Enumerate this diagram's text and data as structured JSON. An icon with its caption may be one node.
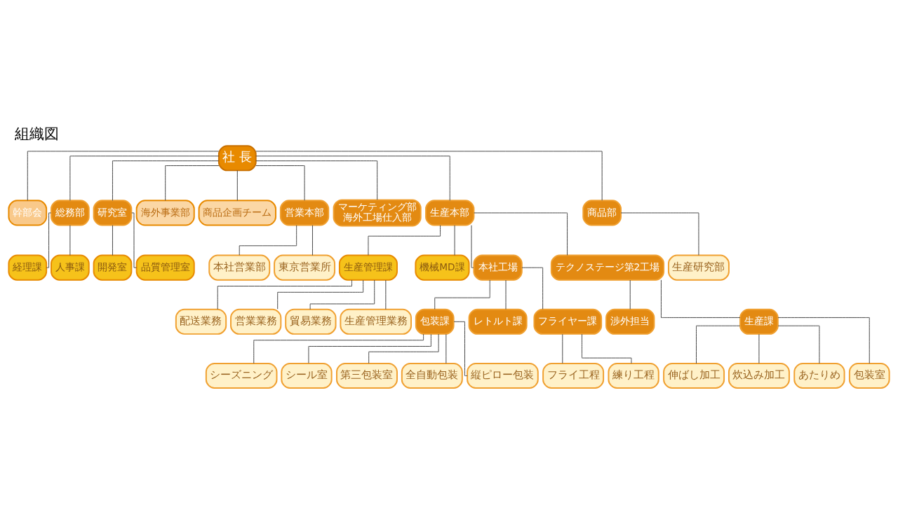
{
  "diagram": {
    "title": "組織図",
    "nodes": [
      {
        "text": [
          "社 長"
        ]
      },
      {
        "text": [
          "幹部会"
        ]
      },
      {
        "text": [
          "経理課"
        ]
      },
      {
        "text": [
          "開発室"
        ]
      },
      {
        "text": [
          "総務部"
        ]
      },
      {
        "text": [
          "研究室"
        ]
      },
      {
        "text": [
          "人事課"
        ]
      },
      {
        "text": [
          "品質管理室"
        ]
      },
      {
        "text": [
          "海外事業部"
        ]
      },
      {
        "text": [
          "商品企画チーム"
        ]
      },
      {
        "text": [
          "営業本部"
        ]
      },
      {
        "text": [
          "マーケティング部",
          "海外工場仕入部"
        ]
      },
      {
        "text": [
          "生産本部"
        ]
      },
      {
        "text": [
          "商品部"
        ]
      },
      {
        "text": [
          "生産管理課"
        ]
      },
      {
        "text": [
          "機械MD課"
        ]
      },
      {
        "text": [
          "本社営業部"
        ]
      },
      {
        "text": [
          "東京営業所"
        ]
      },
      {
        "text": [
          "配送業務"
        ]
      },
      {
        "text": [
          "営業業務"
        ]
      },
      {
        "text": [
          "貿易業務"
        ]
      },
      {
        "text": [
          "生産管理業務"
        ]
      },
      {
        "text": [
          "生産研究部"
        ]
      },
      {
        "text": [
          "本社工場"
        ]
      },
      {
        "text": [
          "テクノステージ第2工場"
        ]
      },
      {
        "text": [
          "渉外担当"
        ]
      },
      {
        "text": [
          "包装課"
        ]
      },
      {
        "text": [
          "レトルト課"
        ]
      },
      {
        "text": [
          "フライヤー課"
        ]
      },
      {
        "text": [
          "生産課"
        ]
      },
      {
        "text": [
          "シーズニング"
        ]
      },
      {
        "text": [
          "シール室"
        ]
      },
      {
        "text": [
          "第三包装室"
        ]
      },
      {
        "text": [
          "全自動包装"
        ]
      },
      {
        "text": [
          "縦ピロー包装"
        ]
      },
      {
        "text": [
          "フライ工程"
        ]
      },
      {
        "text": [
          "練り工程"
        ]
      },
      {
        "text": [
          "伸ばし加工"
        ]
      },
      {
        "text": [
          "炊込み加工"
        ]
      },
      {
        "text": [
          "あたりめ"
        ]
      },
      {
        "text": [
          "包装室"
        ]
      }
    ],
    "edges": [
      {
        "from": 0,
        "to": 1,
        "arrow": "none"
      },
      {
        "from": 0,
        "to": 4,
        "arrow": "none"
      },
      {
        "from": 0,
        "to": 5,
        "arrow": "none"
      },
      {
        "from": 4,
        "to": 2,
        "arrow": "none"
      },
      {
        "from": 4,
        "to": 6,
        "arrow": "none"
      },
      {
        "from": 5,
        "to": 3,
        "arrow": "none"
      },
      {
        "from": 5,
        "to": 7,
        "arrow": "none"
      },
      {
        "from": 0,
        "to": 8,
        "arrow": "none"
      },
      {
        "from": 0,
        "to": 9,
        "arrow": "none"
      },
      {
        "from": 0,
        "to": 10,
        "arrow": "none"
      },
      {
        "from": 0,
        "to": 11,
        "arrow": "none"
      },
      {
        "from": 0,
        "to": 12,
        "arrow": "none"
      },
      {
        "from": 0,
        "to": 13,
        "arrow": "none"
      },
      {
        "from": 10,
        "to": 16,
        "arrow": "none"
      },
      {
        "from": 10,
        "to": 17,
        "arrow": "none"
      },
      {
        "from": 12,
        "to": 14,
        "arrow": "none"
      },
      {
        "from": 12,
        "to": 15,
        "arrow": "none"
      },
      {
        "from": 14,
        "to": 18,
        "arrow": "none"
      },
      {
        "from": 14,
        "to": 19,
        "arrow": "none"
      },
      {
        "from": 14,
        "to": 20,
        "arrow": "none"
      },
      {
        "from": 14,
        "to": 21,
        "arrow": "none"
      },
      {
        "from": 13,
        "to": 22,
        "arrow": "none"
      },
      {
        "from": 12,
        "to": 23,
        "arrow": "none"
      },
      {
        "from": 12,
        "to": 24,
        "arrow": "none"
      },
      {
        "from": 24,
        "to": 25,
        "arrow": "none"
      },
      {
        "from": 24,
        "to": 29,
        "arrow": "none"
      },
      {
        "from": 23,
        "to": 26,
        "arrow": "none"
      },
      {
        "from": 23,
        "to": 27,
        "arrow": "none"
      },
      {
        "from": 23,
        "to": 28,
        "arrow": "none"
      },
      {
        "from": 26,
        "to": 30,
        "arrow": "none"
      },
      {
        "from": 26,
        "to": 31,
        "arrow": "none"
      },
      {
        "from": 26,
        "to": 32,
        "arrow": "none"
      },
      {
        "from": 26,
        "to": 33,
        "arrow": "none"
      },
      {
        "from": 26,
        "to": 34,
        "arrow": "none"
      },
      {
        "from": 28,
        "to": 35,
        "arrow": "none"
      },
      {
        "from": 28,
        "to": 36,
        "arrow": "none"
      },
      {
        "from": 29,
        "to": 37,
        "arrow": "none"
      },
      {
        "from": 29,
        "to": 38,
        "arrow": "none"
      },
      {
        "from": 29,
        "to": 39,
        "arrow": "none"
      },
      {
        "from": 29,
        "to": 40,
        "arrow": "none"
      }
    ]
  }
}
